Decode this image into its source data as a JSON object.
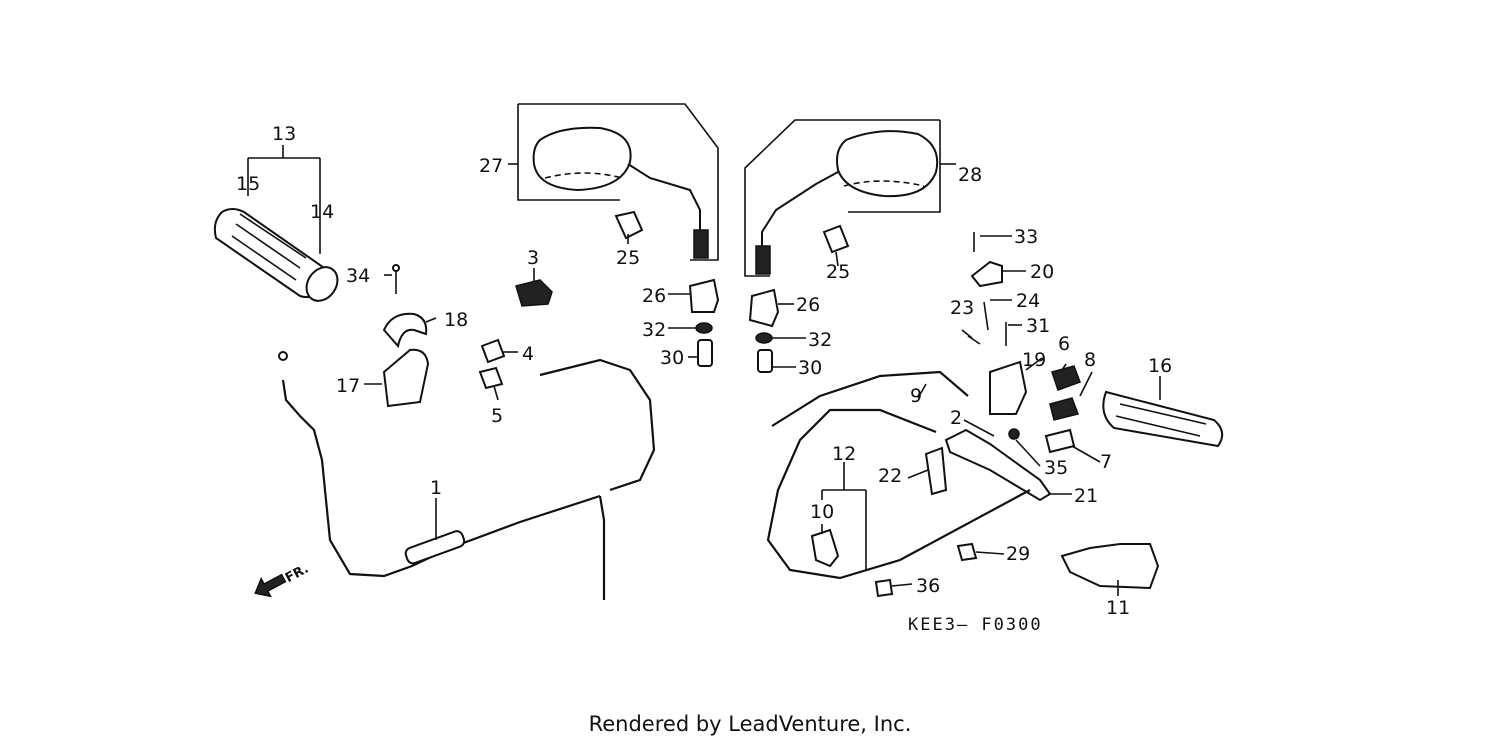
{
  "diagram_code": "KEE3— F0300",
  "direction_label": "FR.",
  "footer": "Rendered by LeadVenture, Inc.",
  "callouts": {
    "c1": "1",
    "c2": "2",
    "c3": "3",
    "c4": "4",
    "c5": "5",
    "c6": "6",
    "c7": "7",
    "c8": "8",
    "c9": "9",
    "c10": "10",
    "c11": "11",
    "c12": "12",
    "c13": "13",
    "c14": "14",
    "c15": "15",
    "c16": "16",
    "c17": "17",
    "c18": "18",
    "c19": "19",
    "c20": "20",
    "c21": "21",
    "c22": "22",
    "c23": "23",
    "c24": "24",
    "c25a": "25",
    "c25b": "25",
    "c26a": "26",
    "c26b": "26",
    "c27": "27",
    "c28": "28",
    "c29": "29",
    "c30a": "30",
    "c30b": "30",
    "c31": "31",
    "c32a": "32",
    "c32b": "32",
    "c33": "33",
    "c34": "34",
    "c35": "35",
    "c36": "36"
  }
}
